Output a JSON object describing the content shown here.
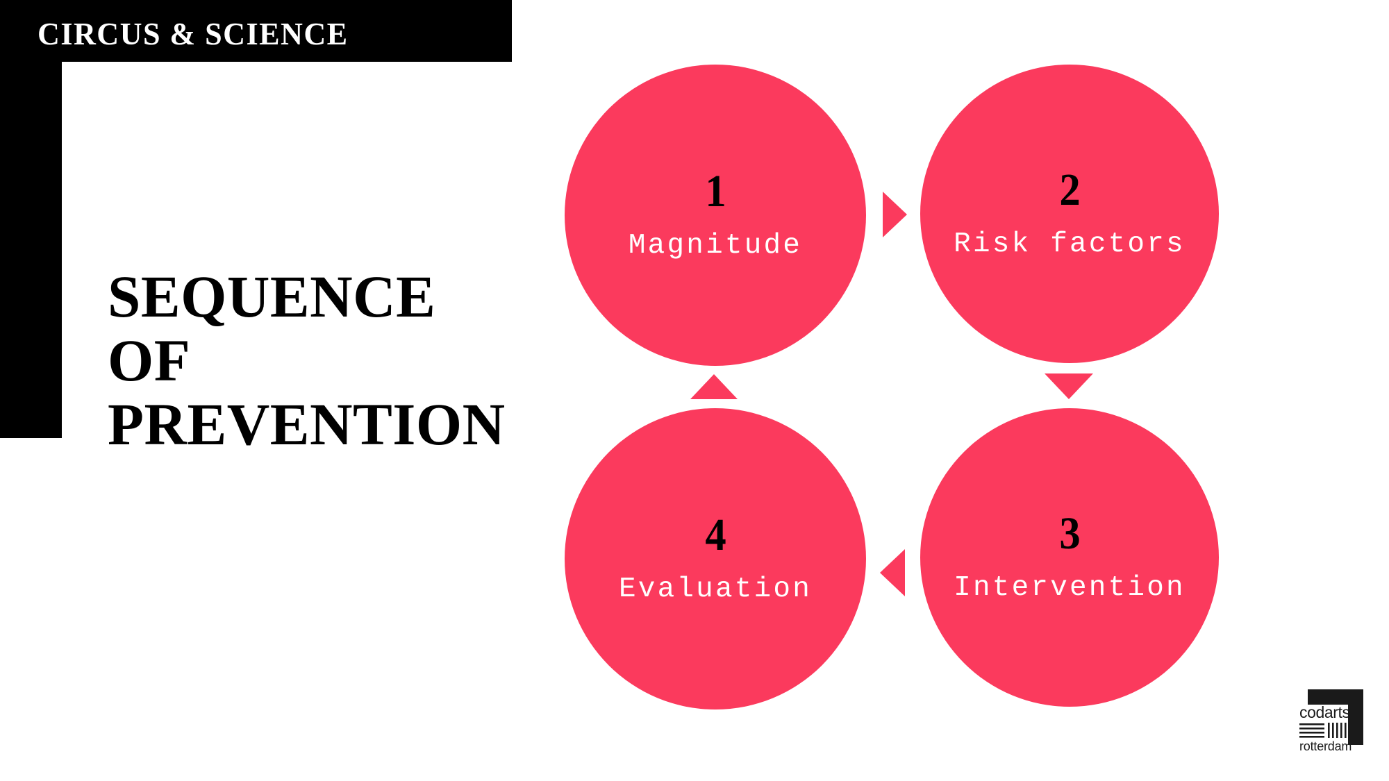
{
  "slide": {
    "kicker": "CIRCUS & SCIENCE",
    "title_lines": [
      "SEQUENCE",
      "OF",
      "PREVENTION"
    ],
    "title_text": "SEQUENCE OF PREVENTION"
  },
  "colors": {
    "accent_pink": "#fb3a5d",
    "frame_black": "#000000",
    "background": "#ffffff",
    "label_white": "#ffffff"
  },
  "diagram": {
    "type": "cycle",
    "steps": [
      {
        "number": "1",
        "label": "Magnitude",
        "position": "top-left"
      },
      {
        "number": "2",
        "label": "Risk factors",
        "position": "top-right"
      },
      {
        "number": "3",
        "label": "Intervention",
        "position": "bottom-right"
      },
      {
        "number": "4",
        "label": "Evaluation",
        "position": "bottom-left"
      }
    ],
    "connectors": [
      {
        "name": "arrow-right",
        "from": "1",
        "to": "2",
        "direction": "right"
      },
      {
        "name": "arrow-down",
        "from": "2",
        "to": "3",
        "direction": "down"
      },
      {
        "name": "arrow-left",
        "from": "3",
        "to": "4",
        "direction": "left"
      },
      {
        "name": "arrow-up",
        "from": "4",
        "to": "1",
        "direction": "up"
      }
    ]
  },
  "logo": {
    "name": "codarts-rotterdam-logo",
    "primary": "codarts",
    "secondary": "rotterdam"
  }
}
